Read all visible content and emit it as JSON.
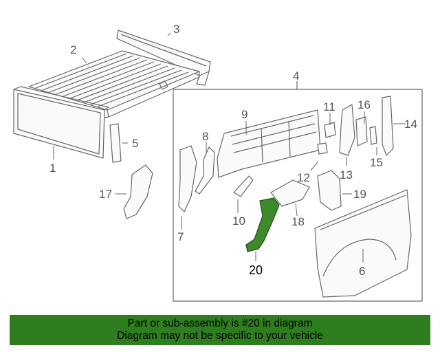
{
  "callouts": {
    "c1": "1",
    "c2": "2",
    "c3": "3",
    "c4": "4",
    "c5": "5",
    "c6": "6",
    "c7": "7",
    "c8": "8",
    "c9": "9",
    "c10": "10",
    "c11": "11",
    "c12": "12",
    "c13": "13",
    "c14": "14",
    "c15": "15",
    "c16": "16",
    "c17": "17",
    "c18": "18",
    "c19": "19",
    "c20": "20"
  },
  "highlight_color": "#3d8a2a",
  "banner": {
    "line1": "Part or sub-assembly is #20 in diagram",
    "line2": "Diagram may not be specific to your vehicle",
    "background": "#2e7d1e"
  }
}
